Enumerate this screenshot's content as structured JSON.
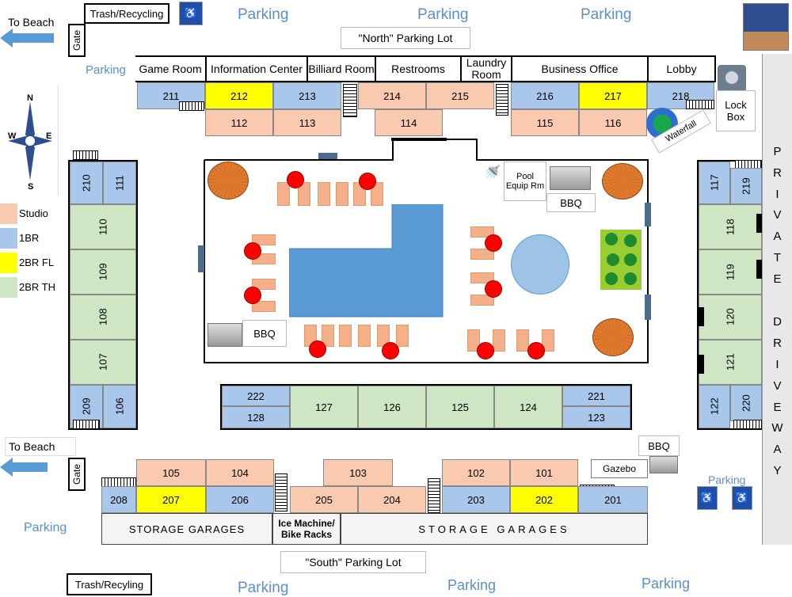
{
  "labels": {
    "parking": "Parking",
    "north_lot": "\"North\" Parking Lot",
    "south_lot": "\"South\" Parking Lot",
    "to_beach_top": "To Beach",
    "to_beach_bottom": "To Beach",
    "gate": "Gate",
    "trash_top": "Trash/Recycling",
    "trash_bottom": "Trash/Recyling",
    "lock_box": "Lock Box",
    "waterfall": "Waterfall",
    "pool_equip": "Pool Equip Rm",
    "bbq": "BBQ",
    "gazebo": "Gazebo",
    "storage_garages": "STORAGE GARAGES",
    "ice_machine": "Ice Machine/ Bike Racks",
    "private_driveway": [
      "P",
      "R",
      "I",
      "V",
      "A",
      "T",
      "E",
      "D",
      "R",
      "I",
      "V",
      "E",
      "W",
      "A",
      "Y"
    ],
    "compass": {
      "n": "N",
      "s": "S",
      "e": "E",
      "w": "W"
    }
  },
  "legend": [
    {
      "label": "Studio",
      "color": "#f9c9b0"
    },
    {
      "label": "1BR",
      "color": "#a9c7eb"
    },
    {
      "label": "2BR FL",
      "color": "#ffff00"
    },
    {
      "label": "2BR TH",
      "color": "#cfe6c4"
    }
  ],
  "headers": [
    "Game Room",
    "Information Center",
    "Billiard Room",
    "Restrooms",
    "Laundry Room",
    "Business Office",
    "Lobby"
  ],
  "units": {
    "north_upper": [
      "211",
      "212",
      "213",
      "214",
      "215",
      "216",
      "217",
      "218"
    ],
    "north_lower": [
      "112",
      "113",
      "114",
      "115",
      "116"
    ],
    "west": [
      "210",
      "111",
      "110",
      "109",
      "108",
      "107",
      "209",
      "106"
    ],
    "east": [
      "117",
      "219",
      "118",
      "119",
      "120",
      "121",
      "122",
      "220"
    ],
    "center_left": [
      "222",
      "128"
    ],
    "center_mid": [
      "127",
      "126",
      "125",
      "124"
    ],
    "center_right": [
      "221",
      "123"
    ],
    "south_upper": [
      "105",
      "104",
      "103",
      "102",
      "101"
    ],
    "south_lower": [
      "208",
      "207",
      "206",
      "205",
      "204",
      "203",
      "202",
      "201"
    ]
  },
  "colors": {
    "studio": "#f9c9b0",
    "one_br": "#a9c7eb",
    "two_br_fl": "#ffff00",
    "two_br_th": "#cfe6c4",
    "parking_text": "#5b8fc9",
    "pool": "#5b9bd5"
  }
}
